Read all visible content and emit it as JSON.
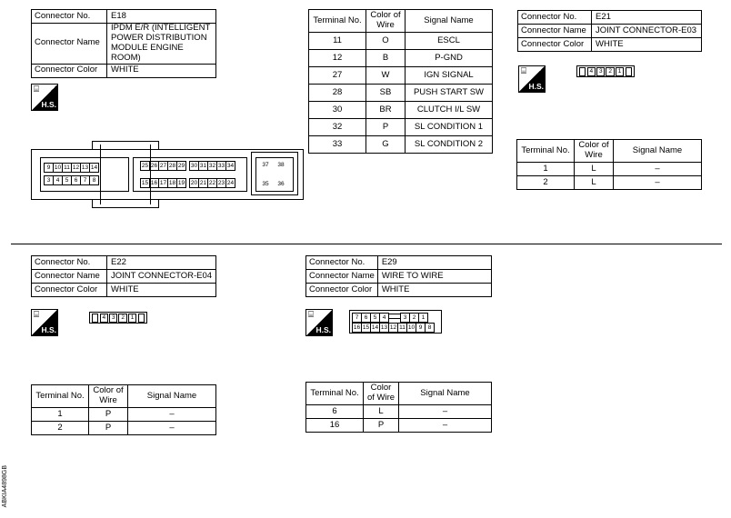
{
  "labels": {
    "connector_no": "Connector No.",
    "connector_name": "Connector Name",
    "connector_color": "Connector Color",
    "terminal_no": "Terminal No.",
    "color_of_wire": "Color of Wire",
    "signal_name": "Signal Name",
    "hs": "H.S."
  },
  "e18": {
    "no": "E18",
    "name": "IPDM E/R (INTELLIGENT POWER DISTRIBUTION MODULE ENGINE ROOM)",
    "color": "WHITE",
    "top_left_pins": [
      "9",
      "10",
      "11",
      "12",
      "13",
      "14"
    ],
    "bottom_left_pins": [
      "3",
      "4",
      "5",
      "6",
      "7",
      "8"
    ],
    "top_mid1_pins": [
      "25",
      "26",
      "27",
      "28",
      "29"
    ],
    "top_mid2_pins": [
      "30",
      "31",
      "32",
      "33",
      "34"
    ],
    "bottom_mid1_pins": [
      "15",
      "16",
      "17",
      "18",
      "19"
    ],
    "bottom_mid2_pins": [
      "20",
      "21",
      "22",
      "23",
      "24"
    ],
    "right_top_pins": [
      "37",
      "38"
    ],
    "right_bottom_pins": [
      "35",
      "36"
    ],
    "rows": [
      {
        "t": "11",
        "c": "O",
        "s": "ESCL"
      },
      {
        "t": "12",
        "c": "B",
        "s": "P-GND"
      },
      {
        "t": "27",
        "c": "W",
        "s": "IGN SIGNAL"
      },
      {
        "t": "28",
        "c": "SB",
        "s": "PUSH START SW"
      },
      {
        "t": "30",
        "c": "BR",
        "s": "CLUTCH I/L SW"
      },
      {
        "t": "32",
        "c": "P",
        "s": "SL CONDITION 1"
      },
      {
        "t": "33",
        "c": "G",
        "s": "SL CONDITION  2"
      }
    ]
  },
  "e21": {
    "no": "E21",
    "name": "JOINT CONNECTOR-E03",
    "color": "WHITE",
    "pins": [
      "4",
      "3",
      "2",
      "1"
    ],
    "rows": [
      {
        "t": "1",
        "c": "L",
        "s": "–"
      },
      {
        "t": "2",
        "c": "L",
        "s": "–"
      }
    ]
  },
  "e22": {
    "no": "E22",
    "name": "JOINT CONNECTOR-E04",
    "color": "WHITE",
    "pins": [
      "4",
      "3",
      "2",
      "1"
    ],
    "rows": [
      {
        "t": "1",
        "c": "P",
        "s": "–"
      },
      {
        "t": "2",
        "c": "P",
        "s": "–"
      }
    ]
  },
  "e29": {
    "no": "E29",
    "name": "WIRE TO WIRE",
    "color": "WHITE",
    "top_pins_left": [
      "7",
      "6",
      "5",
      "4"
    ],
    "top_pins_right": [
      "3",
      "2",
      "1"
    ],
    "bottom_pins": [
      "16",
      "15",
      "14",
      "13",
      "12",
      "11",
      "10",
      "9",
      "8"
    ],
    "rows": [
      {
        "t": "6",
        "c": "L",
        "s": "–"
      },
      {
        "t": "16",
        "c": "P",
        "s": "–"
      }
    ]
  },
  "doc_code": "ABKIA4898GB",
  "icons": {
    "hs_badge": "harness-side-icon"
  }
}
